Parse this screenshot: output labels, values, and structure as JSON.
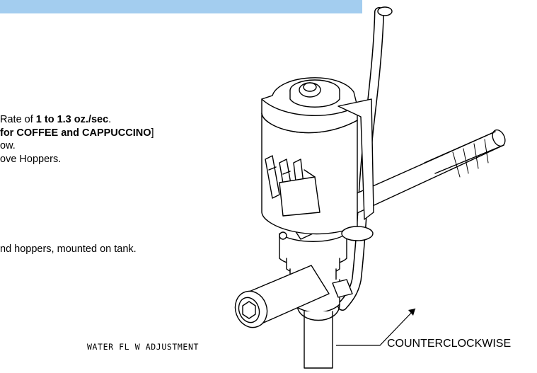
{
  "instructions": {
    "line1": {
      "pre": "Rate of ",
      "bold": "1  to 1.3 oz./sec",
      "post": "."
    },
    "line2": {
      "bold": "for COFFEE and CAPPUCCINO",
      "post": "]"
    },
    "line3": "ow.",
    "line4": "ove Hoppers.",
    "line5": "nd hoppers, mounted on tank."
  },
  "callout": {
    "label": "WATER FL W ADJUSTMENT"
  },
  "direction": {
    "label": "COUNTERCLOCKWISE"
  },
  "colors": {
    "header_band": "#a3cdef",
    "ink": "#000000"
  }
}
